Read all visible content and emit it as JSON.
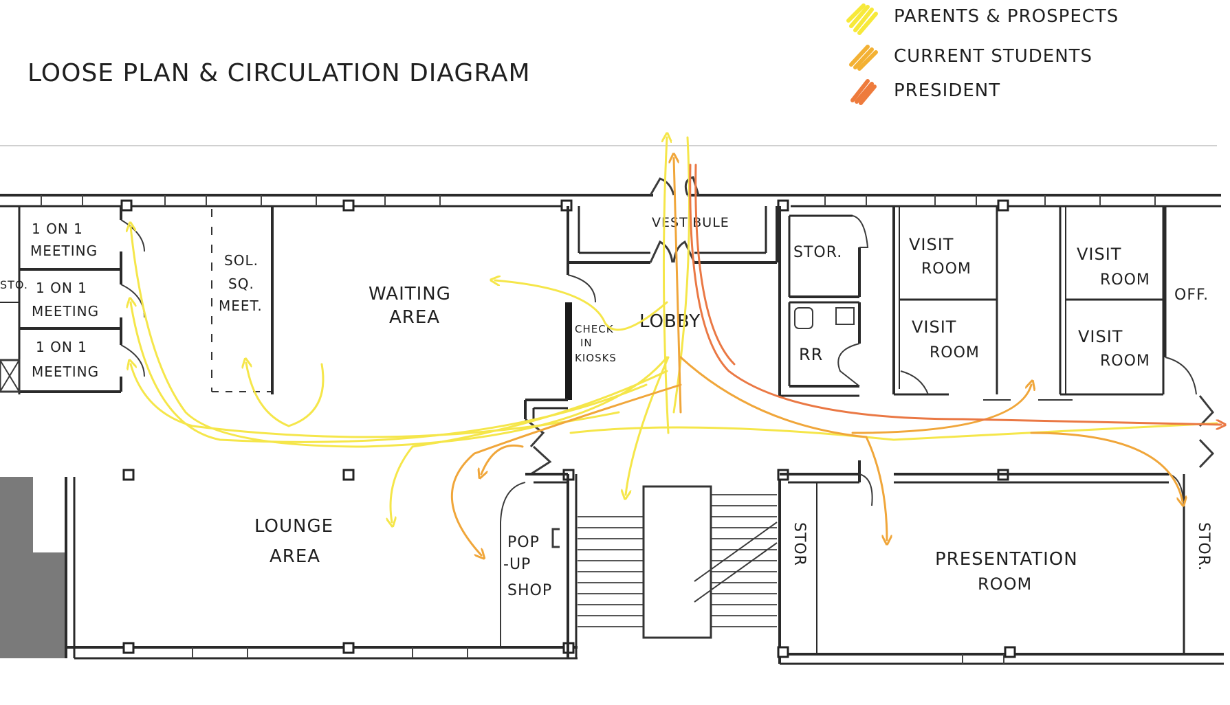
{
  "title": "LOOSE PLAN & CIRCULATION DIAGRAM",
  "legend": [
    {
      "label": "PARENTS & PROSPECTS",
      "color": "#f7e93a"
    },
    {
      "label": "CURRENT STUDENTS",
      "color": "#f3b133"
    },
    {
      "label": "PRESIDENT",
      "color": "#ee7b3c"
    }
  ],
  "rooms": {
    "meeting1": [
      "1 ON 1",
      "MEETING"
    ],
    "meeting2": [
      "1 ON 1",
      "MEETING"
    ],
    "meeting3": [
      "1 ON 1",
      "MEETING"
    ],
    "sto_left": "STO.",
    "sol_sq": [
      "SOL.",
      "SQ.",
      "MEET."
    ],
    "waiting": [
      "WAITING",
      "AREA"
    ],
    "check_in": [
      "CHECK",
      "IN",
      "KIOSKS"
    ],
    "vestibule": "VESTIBULE",
    "lobby": "LOBBY",
    "stor_top": "STOR.",
    "rr": "RR",
    "visit1": [
      "VISIT",
      "ROOM"
    ],
    "visit2": [
      "VISIT",
      "ROOM"
    ],
    "visit3": [
      "VISIT",
      "ROOM"
    ],
    "visit4": [
      "VISIT",
      "ROOM"
    ],
    "off": "OFF.",
    "lounge": [
      "LOUNGE",
      "AREA"
    ],
    "popup": [
      "POP",
      "-UP",
      "SHOP"
    ],
    "stor_mid": "STOR",
    "presentation": [
      "PRESENTATION",
      "ROOM"
    ],
    "stor_right": "STOR."
  }
}
